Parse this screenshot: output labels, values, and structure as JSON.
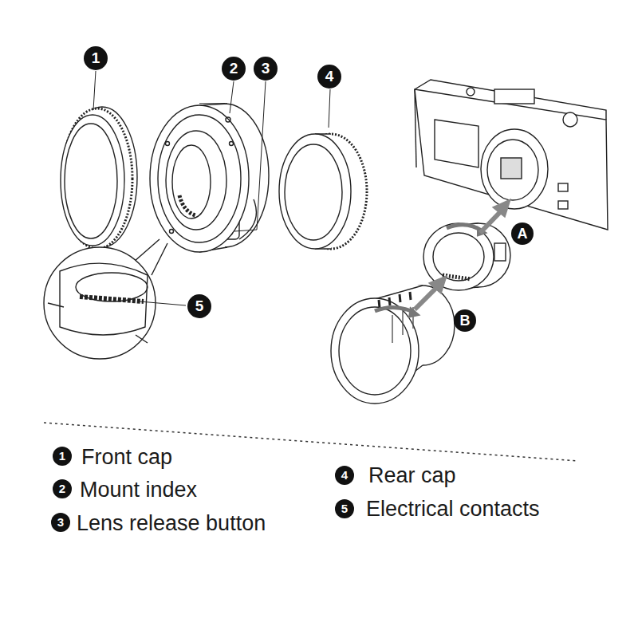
{
  "diagram": {
    "labels": [
      "1",
      "2",
      "3",
      "4",
      "5",
      "A",
      "B",
      "1",
      "Front cap",
      "2",
      "Mount index",
      "3",
      "Lens release button",
      "4",
      "Rear cap",
      "5",
      "Electrical contacts"
    ]
  }
}
